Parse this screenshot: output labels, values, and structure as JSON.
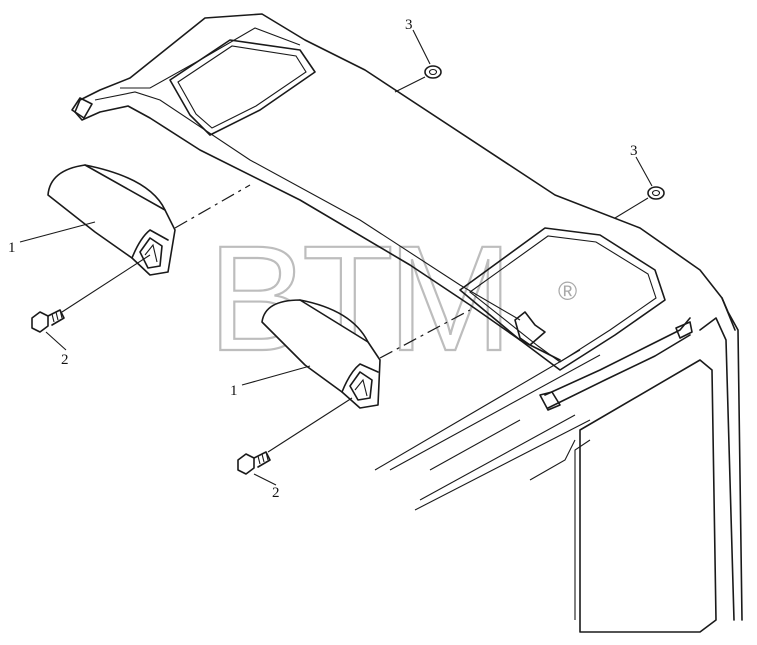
{
  "watermark": {
    "text": "BTM",
    "registered_mark": "®"
  },
  "callouts": [
    {
      "id": "trim-upper",
      "label": "1"
    },
    {
      "id": "bolt-upper",
      "label": "2"
    },
    {
      "id": "washer-upper",
      "label": "3"
    },
    {
      "id": "trim-lower",
      "label": "1"
    },
    {
      "id": "bolt-lower",
      "label": "2"
    },
    {
      "id": "washer-lower",
      "label": "3"
    }
  ]
}
